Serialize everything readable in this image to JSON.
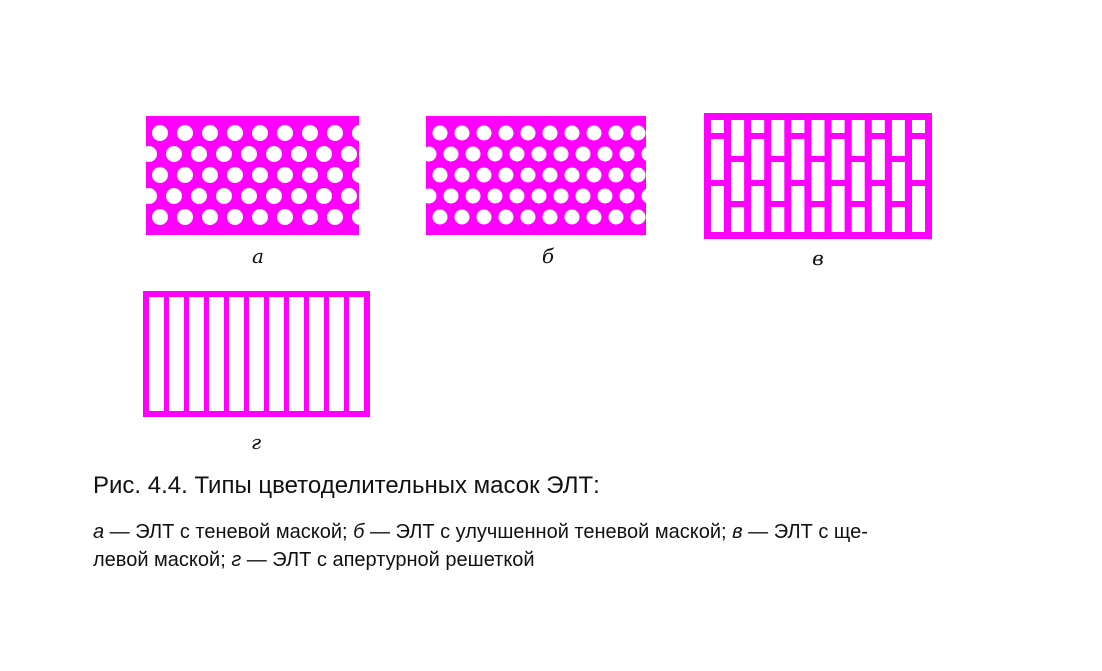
{
  "figure": {
    "mask_color": "#ff00ff",
    "panels": [
      {
        "id": "a",
        "label": "а",
        "type": "shadow-mask"
      },
      {
        "id": "b",
        "label": "б",
        "type": "improved-shadow-mask"
      },
      {
        "id": "v",
        "label": "в",
        "type": "slot-mask"
      },
      {
        "id": "g",
        "label": "г",
        "type": "aperture-grille"
      }
    ]
  },
  "caption": "Рис. 4.4. Типы цветоделительных масок ЭЛТ:",
  "legend": {
    "key_a": "а",
    "text_a": " — ЭЛТ с теневой маской; ",
    "key_b": "б",
    "text_b": " — ЭЛТ с улучшенной теневой маской; ",
    "key_v": "в",
    "text_v": " — ЭЛТ с ще-",
    "line2": "левой маской; ",
    "key_g": "г",
    "text_g": " — ЭЛТ с апертурной решеткой"
  }
}
